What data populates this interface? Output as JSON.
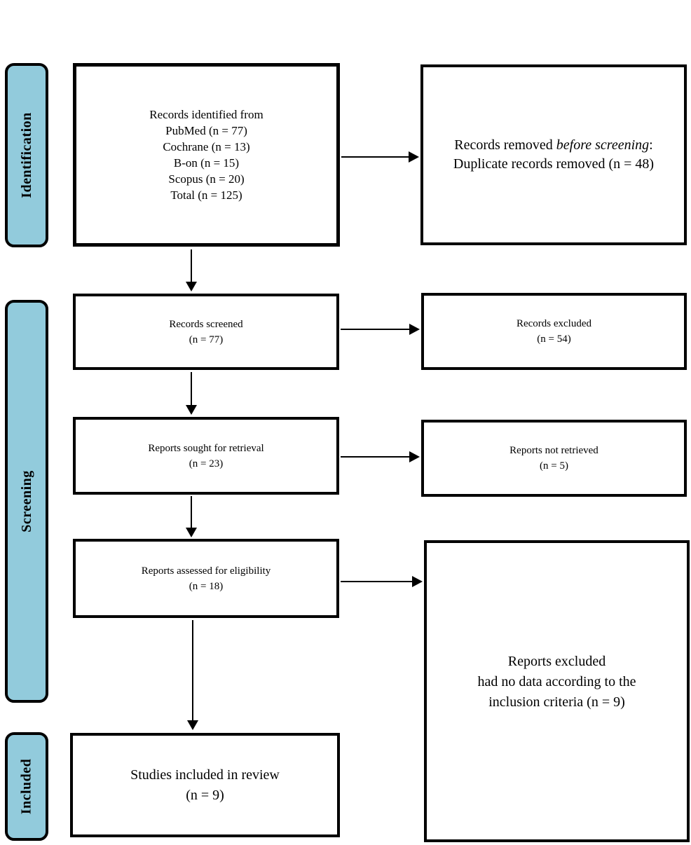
{
  "colors": {
    "border": "#000000",
    "background": "#ffffff",
    "sidebar_fill": "#92cbdc"
  },
  "sidebar": {
    "identification_label": "Identification",
    "screening_label": "Screening",
    "included_label": "Included"
  },
  "boxes": {
    "records_identified": {
      "lines": [
        "Records identified from",
        "PubMed (n = 77)",
        "Cochrane (n = 13)",
        "B-on (n = 15)",
        "Scopus (n = 20)",
        "Total (n = 125)"
      ]
    },
    "records_removed": {
      "prefix": "Records removed ",
      "italic": "before screening",
      "suffix": ":",
      "line2": "Duplicate records removed (n = 48)"
    },
    "records_screened": {
      "line1": "Records screened",
      "line2": "(n = 77)"
    },
    "records_excluded": {
      "line1": "Records excluded",
      "line2": "(n = 54)"
    },
    "reports_sought": {
      "line1": "Reports sought for retrieval",
      "line2": "(n = 23)"
    },
    "reports_not_retrieved": {
      "line1": "Reports not retrieved",
      "line2": "(n = 5)"
    },
    "reports_assessed": {
      "line1": "Reports assessed for eligibility",
      "line2": "(n = 18)"
    },
    "reports_excluded": {
      "line1": "Reports excluded",
      "line2": "had no data according to the",
      "line3": "inclusion criteria (n = 9)"
    },
    "studies_included": {
      "line1": "Studies included in review",
      "line2": "(n = 9)"
    }
  }
}
